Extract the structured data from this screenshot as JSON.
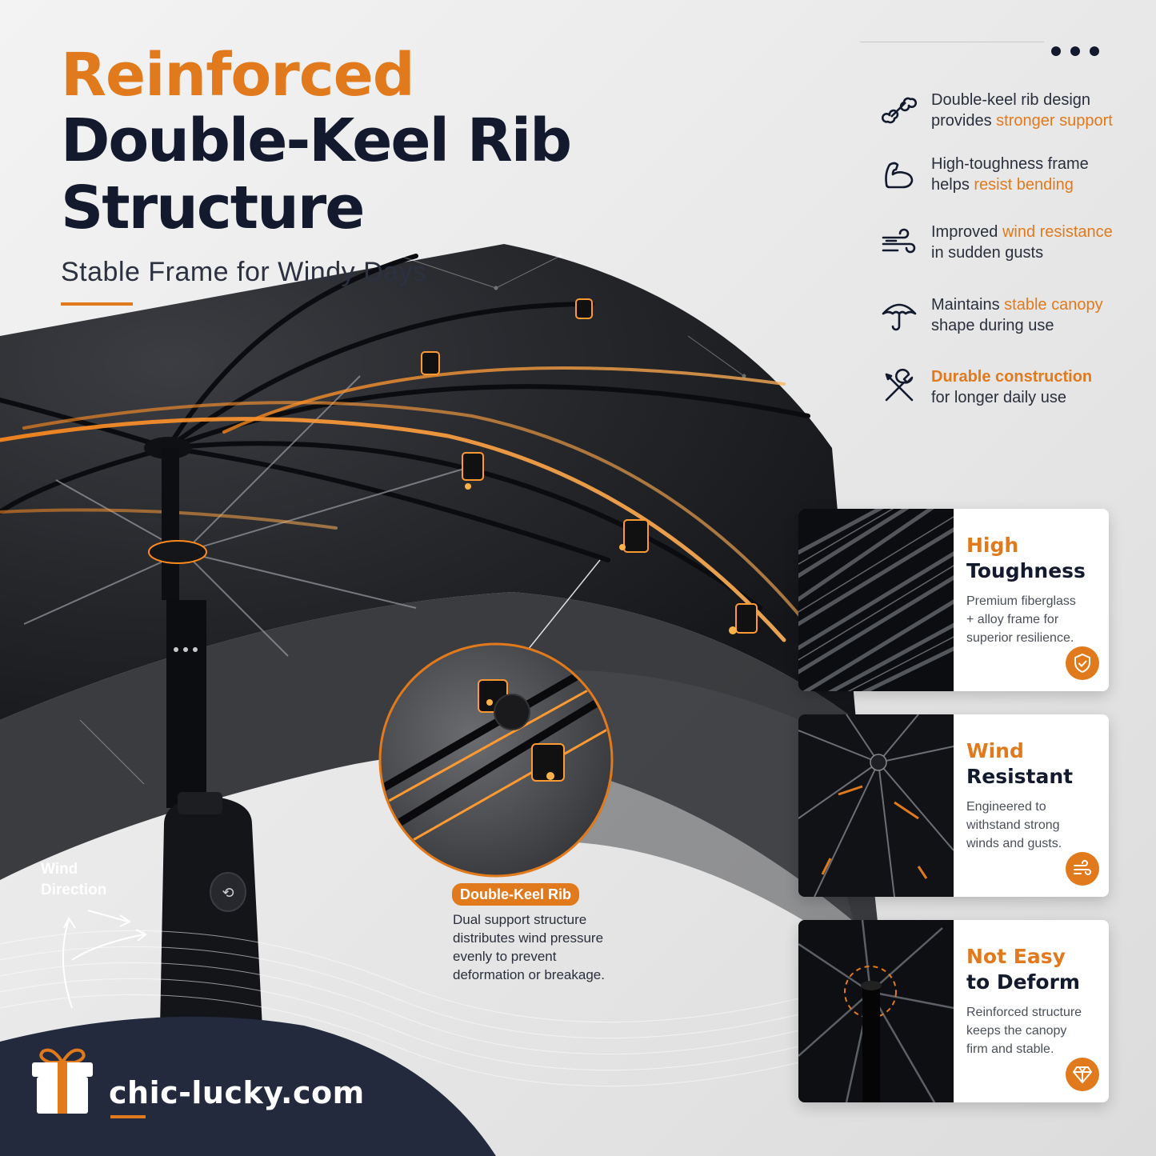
{
  "headline": {
    "accent": "Reinforced",
    "main": "Double-Keel Rib Structure",
    "subtitle": "Stable Frame for Windy Days"
  },
  "features": [
    {
      "icon": "bone-icon",
      "pre": "Double-keel rib design",
      "pre2": "provides ",
      "highlight": "stronger support",
      "post": ""
    },
    {
      "icon": "flexed-arm-icon",
      "pre": "High-toughness frame",
      "pre2": "helps ",
      "highlight": "resist bending",
      "post": ""
    },
    {
      "icon": "wind-icon",
      "pre": "Improved ",
      "highlight": "wind resistance",
      "post": "in sudden gusts"
    },
    {
      "icon": "umbrella-icon",
      "pre": "Maintains ",
      "highlight": "stable canopy",
      "post": "shape during use"
    },
    {
      "icon": "tools-icon",
      "highlight": "Durable construction",
      "post": "for longer daily use"
    }
  ],
  "cards": [
    {
      "title1": "High",
      "title2": "Toughness",
      "desc": [
        "Premium fiberglass",
        "+ alloy frame for",
        "superior resilience."
      ],
      "badge_icon": "shield-check-icon"
    },
    {
      "title1": "Wind",
      "title2": "Resistant",
      "desc": [
        "Engineered to",
        "withstand strong",
        "winds and gusts."
      ],
      "badge_icon": "wind-icon"
    },
    {
      "title1": "Not Easy",
      "title2": "to Deform",
      "desc": [
        "Reinforced structure",
        "keeps the canopy",
        "firm and stable."
      ],
      "badge_icon": "diamond-icon"
    }
  ],
  "callout": {
    "label": "Double-Keel Rib",
    "desc": "Dual support structure distributes wind pressure evenly to prevent deformation or breakage."
  },
  "wind_label": {
    "line1": "Wind",
    "line2": "Direction"
  },
  "brand": {
    "name": "chic-lucky.com",
    "icon": "gift-box-icon"
  },
  "colors": {
    "accent": "#e07a1c",
    "navy": "#131a2e",
    "canopy": "#2a2c31"
  }
}
